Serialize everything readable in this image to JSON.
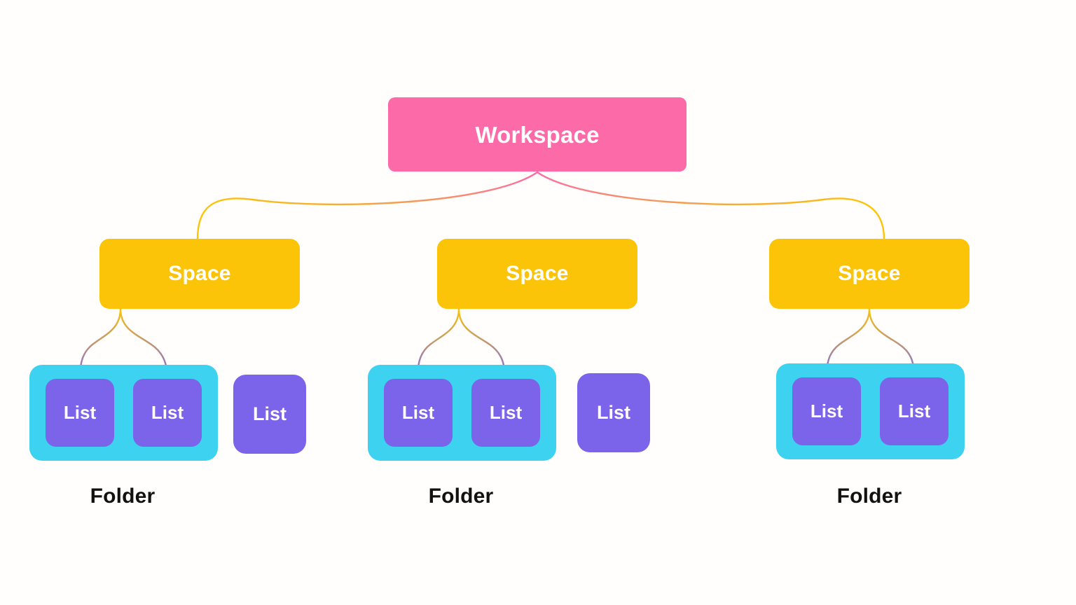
{
  "diagram": {
    "title_node": {
      "label": "Workspace",
      "color": "#fc6ba8"
    },
    "background_color": "#fffefc",
    "palette": {
      "workspace": "#fc6ba8",
      "space": "#fcc408",
      "folder": "#3cd2f0",
      "list": "#7b63ea",
      "label_text": "#111111",
      "node_text": "#ffffff"
    },
    "spaces": [
      {
        "label": "Space",
        "folder": {
          "label": "Folder",
          "lists": [
            {
              "label": "List"
            },
            {
              "label": "List"
            }
          ]
        },
        "standalone_lists": [
          {
            "label": "List"
          }
        ]
      },
      {
        "label": "Space",
        "folder": {
          "label": "Folder",
          "lists": [
            {
              "label": "List"
            },
            {
              "label": "List"
            }
          ]
        },
        "standalone_lists": [
          {
            "label": "List"
          }
        ]
      },
      {
        "label": "Space",
        "folder": {
          "label": "Folder",
          "lists": [
            {
              "label": "List"
            },
            {
              "label": "List"
            }
          ]
        },
        "standalone_lists": []
      }
    ]
  }
}
